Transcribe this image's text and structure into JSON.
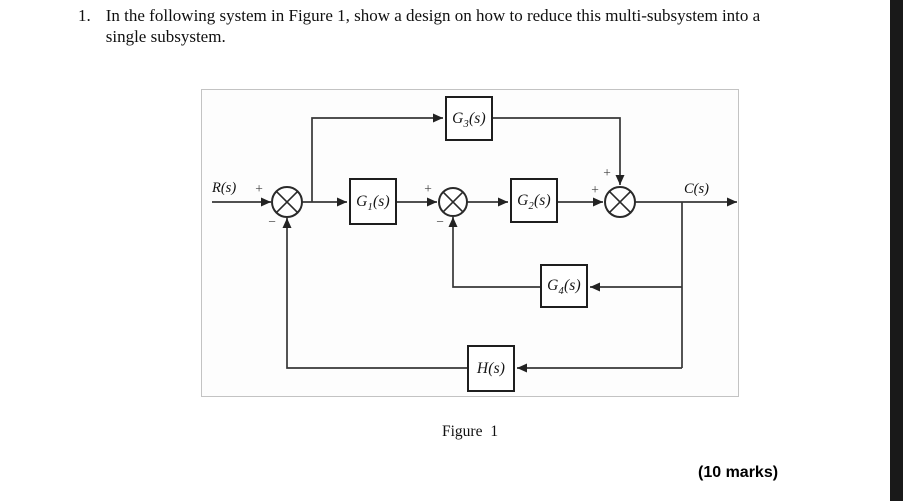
{
  "question": {
    "number": "1.",
    "lines": [
      "In the following system in Figure 1, show a design on how to reduce this multi-subsystem into a",
      "single subsystem."
    ]
  },
  "figure": {
    "caption": "Figure 1",
    "input_label": "R(s)",
    "output_label": "C(s)",
    "plus": "+",
    "minus": "−",
    "blocks": [
      {
        "id": "G3",
        "base": "G",
        "sub": "3",
        "args": "(s)"
      },
      {
        "id": "G1",
        "base": "G",
        "sub": "1",
        "args": "(s)"
      },
      {
        "id": "G2",
        "base": "G",
        "sub": "2",
        "args": "(s)"
      },
      {
        "id": "G4",
        "base": "G",
        "sub": "4",
        "args": "(s)"
      },
      {
        "id": "H",
        "base": "H",
        "sub": "",
        "args": "(s)"
      }
    ]
  },
  "marks": "(10 marks)",
  "colors": {
    "line": "#373737",
    "block_border": "#1e1e1e",
    "figure_border": "#c3c3c3",
    "scan_edge_bar": "#191919"
  }
}
